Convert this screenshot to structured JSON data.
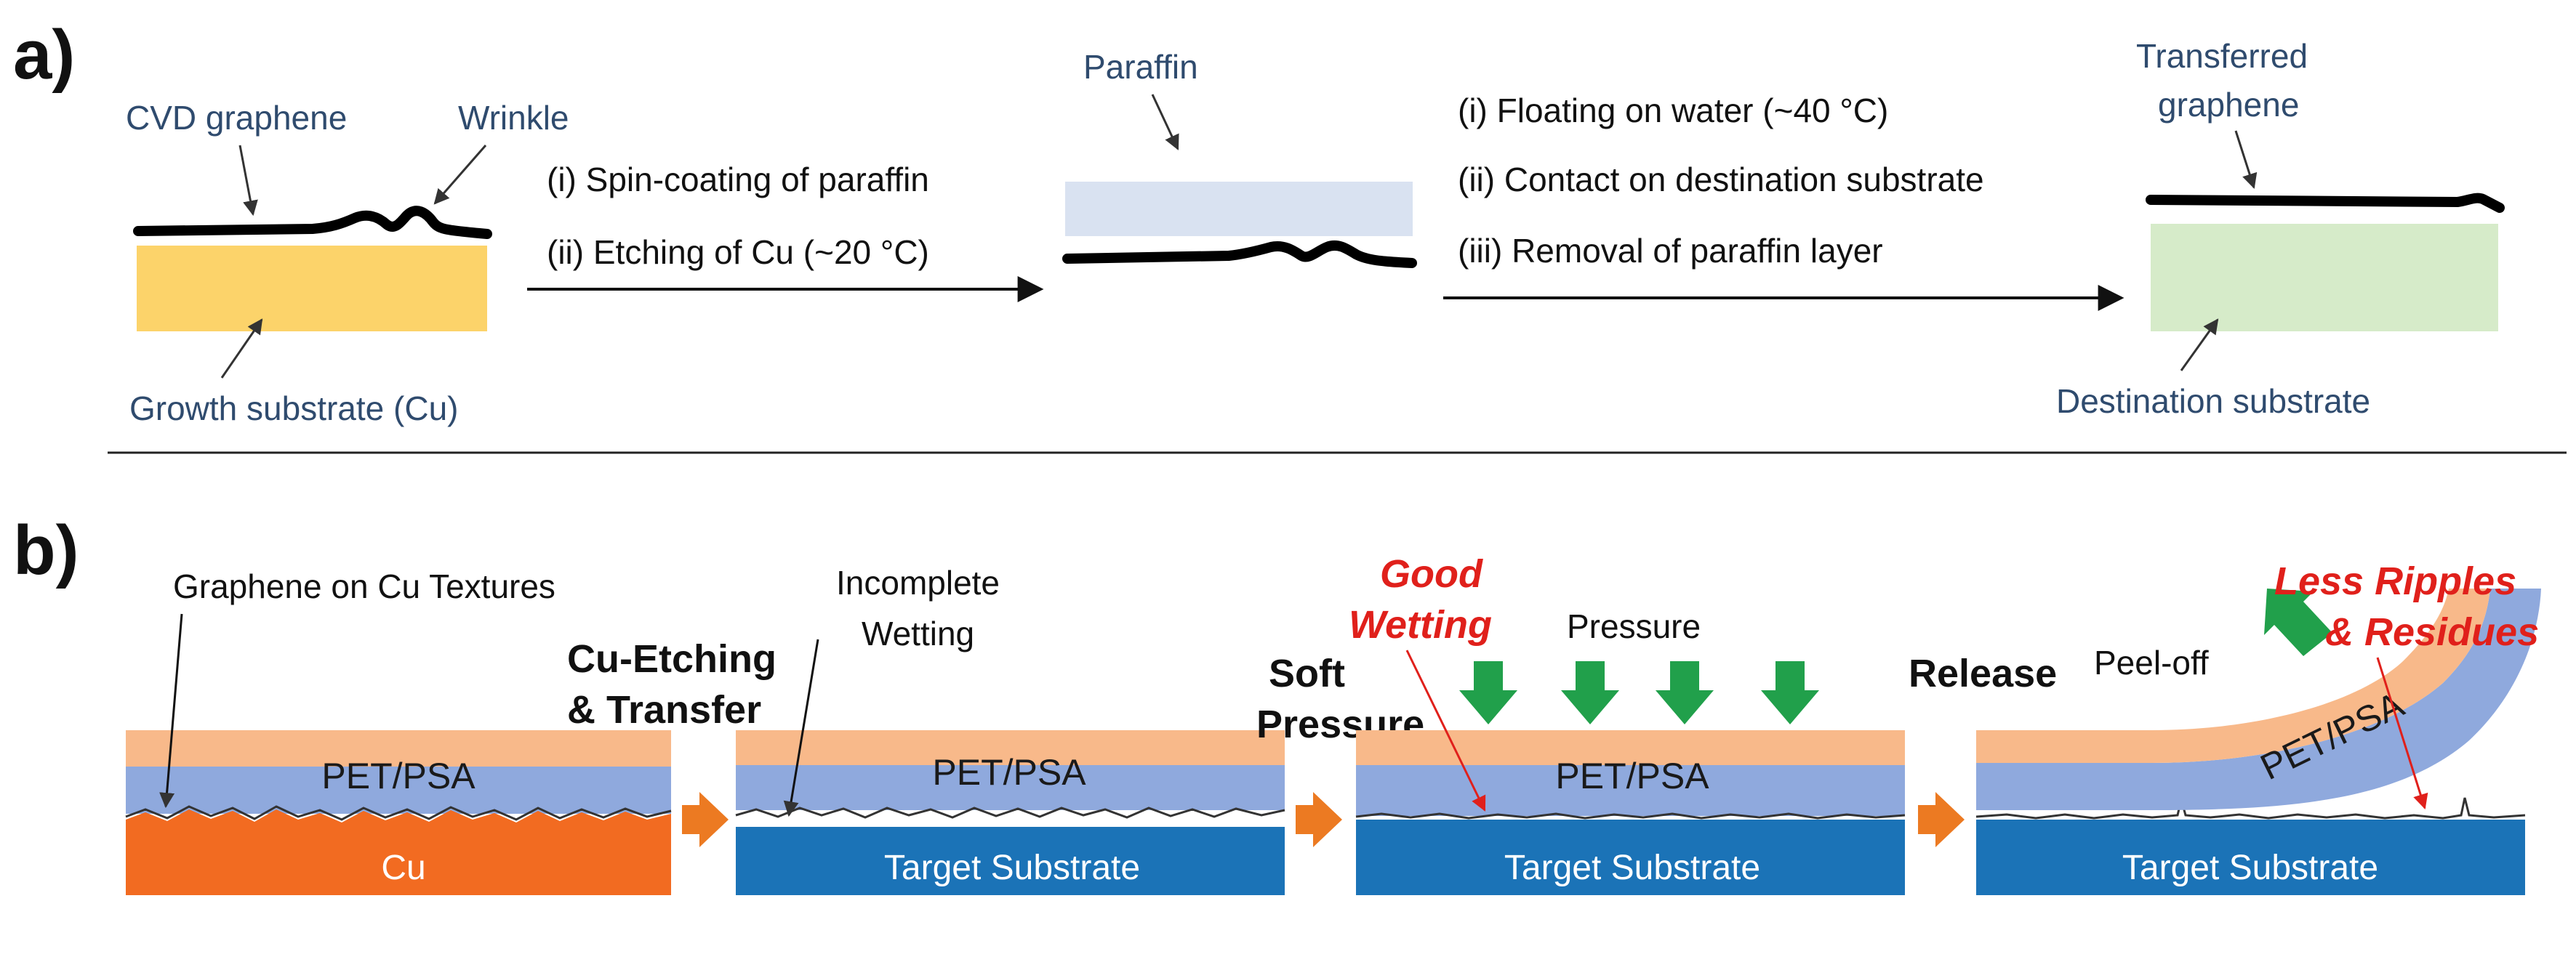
{
  "panel_a": {
    "letter": "a)",
    "cvd_graphene": "CVD graphene",
    "wrinkle": "Wrinkle",
    "growth_substrate": "Growth substrate (Cu)",
    "step1_line1": "(i) Spin-coating of paraffin",
    "step1_line2": "(ii) Etching of Cu (~20 °C)",
    "paraffin": "Paraffin",
    "step2_line1": "(i) Floating on water (~40 °C)",
    "step2_line2": "(ii) Contact on destination substrate",
    "step2_line3": "(iii) Removal of paraffin layer",
    "transferred_line1": "Transferred",
    "transferred_line2": "graphene",
    "destination_substrate": "Destination substrate"
  },
  "panel_b": {
    "letter": "b)",
    "graphene_on_cu": "Graphene on Cu Textures",
    "incomplete_line1": "Incomplete",
    "incomplete_line2": "Wetting",
    "cu_etching_line1": "Cu-Etching",
    "cu_etching_line2": "& Transfer",
    "good_line1": "Good",
    "good_line2": "Wetting",
    "soft_line1": "Soft",
    "soft_line2": "Pressure",
    "pressure": "Pressure",
    "release": "Release",
    "peel_off": "Peel-off",
    "less_line1": "Less Ripples",
    "less_line2": "& Residues",
    "pet_psa": "PET/PSA",
    "cu": "Cu",
    "target_substrate": "Target Substrate"
  },
  "colors": {
    "copper_yellow": "#fcd36a",
    "paraffin_blue": "#d9e2f1",
    "destination_green": "#d6ebc9",
    "pet_orange": "#f8b98a",
    "psa_blue": "#8fa9dd",
    "cu_orange": "#f26b21",
    "target_blue": "#1b73b7",
    "arrow_orange": "#ec7a22",
    "pressure_green": "#21a04b",
    "highlight_red": "#e0201b",
    "label_blue": "#2f4b6e"
  }
}
